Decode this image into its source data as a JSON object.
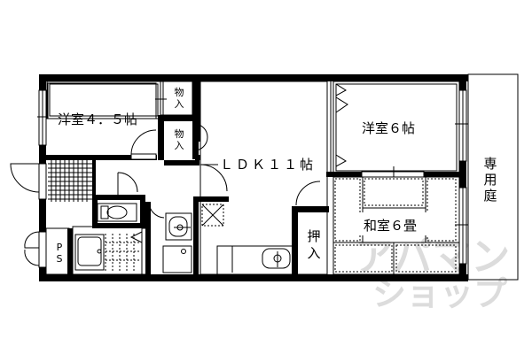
{
  "floor_plan": {
    "rooms": [
      {
        "id": "western-room-4-5",
        "label": "洋室４．５帖",
        "type": "western room",
        "size_jo": 4.5
      },
      {
        "id": "western-room-6",
        "label": "洋室６帖",
        "type": "western room",
        "size_jo": 6
      },
      {
        "id": "ldk",
        "label": "ＬＤＫ１１帖",
        "type": "living dining kitchen",
        "size_jo": 11
      },
      {
        "id": "japanese-room-6",
        "label": "和室６畳",
        "type": "japanese room",
        "size_jo": 6
      },
      {
        "id": "storage-1",
        "label_top": "物",
        "label_bottom": "入",
        "type": "storage"
      },
      {
        "id": "storage-2",
        "label_top": "物",
        "label_bottom": "入",
        "type": "storage"
      },
      {
        "id": "oshiire",
        "label_top": "押",
        "label_bottom": "入",
        "type": "closet"
      },
      {
        "id": "pipe-space",
        "label_top": "P",
        "label_bottom": "S",
        "type": "pipe space"
      }
    ],
    "garden": {
      "label_chars": [
        "専",
        "用",
        "庭"
      ],
      "label": "専用庭"
    },
    "fixtures": [
      "entrance",
      "toilet",
      "bathtub",
      "wash-basin",
      "washing-machine-pan",
      "kitchen-sink",
      "refrigerator-space"
    ],
    "watermark": {
      "line1": "アパマン",
      "line2": "ショップ"
    },
    "colors": {
      "wall": "#000000",
      "background": "#ffffff",
      "watermark": "#d9d9d9"
    }
  }
}
